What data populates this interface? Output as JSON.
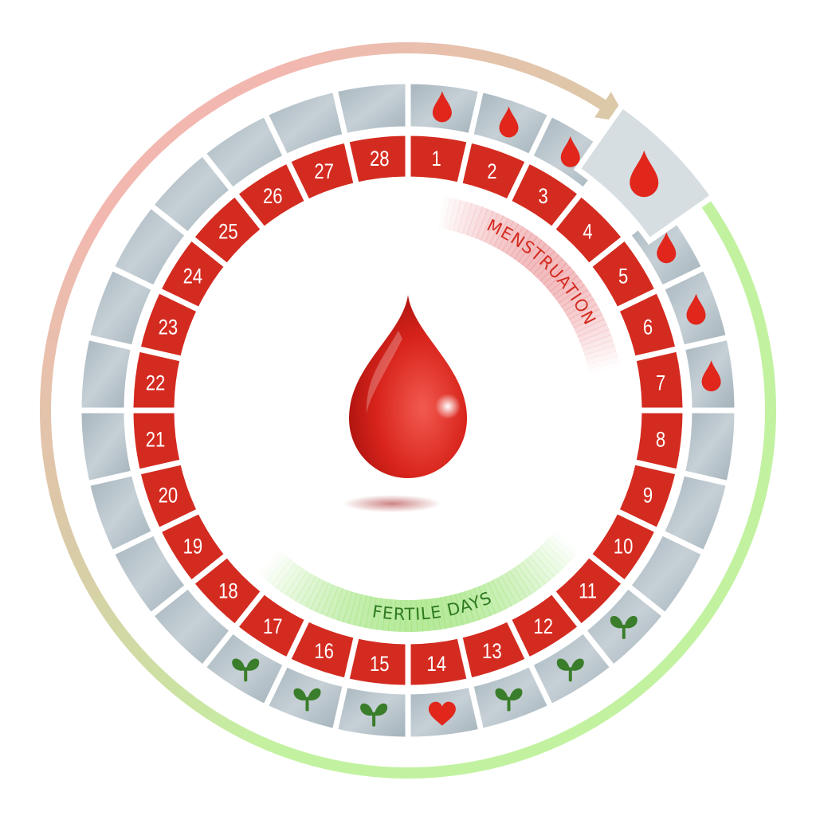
{
  "labels": {
    "menstruation": "MENSTRUATION",
    "fertile": "FERTILE DAYS"
  },
  "days": [
    {
      "day": "1",
      "icon": "blood-drop"
    },
    {
      "day": "2",
      "icon": "blood-drop"
    },
    {
      "day": "3",
      "icon": "blood-drop"
    },
    {
      "day": "4",
      "icon": "blood-drop",
      "highlighted": true
    },
    {
      "day": "5",
      "icon": "blood-drop"
    },
    {
      "day": "6",
      "icon": "blood-drop"
    },
    {
      "day": "7",
      "icon": "blood-drop"
    },
    {
      "day": "8",
      "icon": ""
    },
    {
      "day": "9",
      "icon": ""
    },
    {
      "day": "10",
      "icon": ""
    },
    {
      "day": "11",
      "icon": "sprout"
    },
    {
      "day": "12",
      "icon": "sprout"
    },
    {
      "day": "13",
      "icon": "sprout"
    },
    {
      "day": "14",
      "icon": "heart"
    },
    {
      "day": "15",
      "icon": "sprout"
    },
    {
      "day": "16",
      "icon": "sprout"
    },
    {
      "day": "17",
      "icon": "sprout"
    },
    {
      "day": "18",
      "icon": ""
    },
    {
      "day": "19",
      "icon": ""
    },
    {
      "day": "20",
      "icon": ""
    },
    {
      "day": "21",
      "icon": ""
    },
    {
      "day": "22",
      "icon": ""
    },
    {
      "day": "23",
      "icon": ""
    },
    {
      "day": "24",
      "icon": ""
    },
    {
      "day": "25",
      "icon": ""
    },
    {
      "day": "26",
      "icon": ""
    },
    {
      "day": "27",
      "icon": ""
    },
    {
      "day": "28",
      "icon": ""
    }
  ],
  "colors": {
    "day_cell": "#d42b20",
    "icon_cell_light": "#d4dce0",
    "icon_cell_dark": "#a2b1ba",
    "blood": "#e1261c",
    "sprout": "#3a7d2a",
    "menstruation_text": "#d42b20",
    "fertile_text": "#2f7a22",
    "cycle_arrow_pink": "#f2b8b0",
    "cycle_arrow_tan": "#dcc9a8",
    "cycle_arrow_green": "#c2f2a0"
  },
  "center_icon": "blood-drop"
}
